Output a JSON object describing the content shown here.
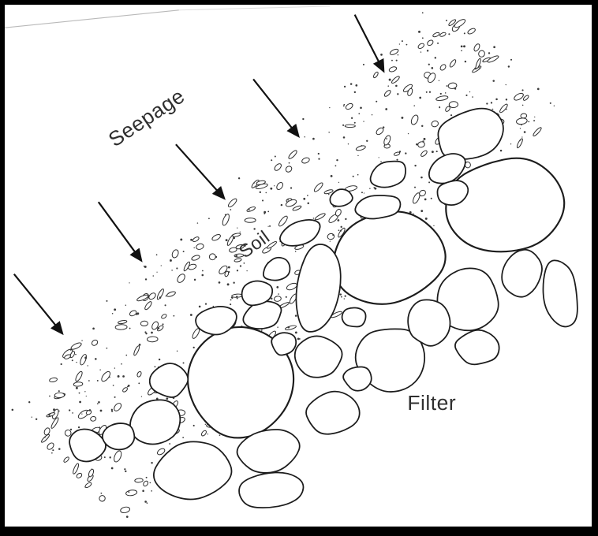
{
  "labels": {
    "seepage": "Seepage",
    "soil": "Soil",
    "filter": "Filter"
  },
  "colors": {
    "ink": "#1c1c1c",
    "paper": "#ffffff",
    "border": "#000000"
  }
}
